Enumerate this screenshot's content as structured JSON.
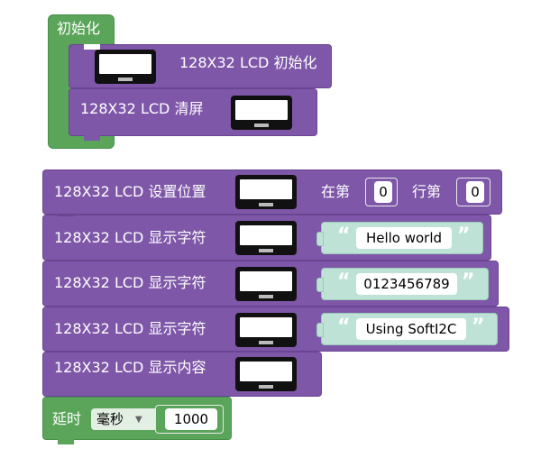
{
  "setup": {
    "label": "初始化",
    "init_label": "128X32 LCD 初始化",
    "clear_label": "128X32 LCD 清屏"
  },
  "program": {
    "set_pos": {
      "label": "128X32 LCD 设置位置",
      "at_label": "在第",
      "col": "0",
      "row_label": "行第",
      "row": "0"
    },
    "show1": {
      "label": "128X32 LCD 显示字符",
      "text": "Hello world"
    },
    "show2": {
      "label": "128X32 LCD 显示字符",
      "text": "0123456789"
    },
    "show3": {
      "label": "128X32 LCD 显示字符",
      "text": "Using SoftI2C"
    },
    "display": {
      "label": "128X32 LCD 显示内容"
    },
    "delay": {
      "label": "延时",
      "unit": "毫秒",
      "value": "1000"
    }
  },
  "quotes": {
    "open": "“",
    "close": "”"
  },
  "colors": {
    "green": "#5BA55B",
    "purple": "#7E57A8",
    "teal": "#BEE3D6"
  },
  "icons": {
    "display": "lcd-screen-icon",
    "dropdown": "caret-down-icon"
  }
}
